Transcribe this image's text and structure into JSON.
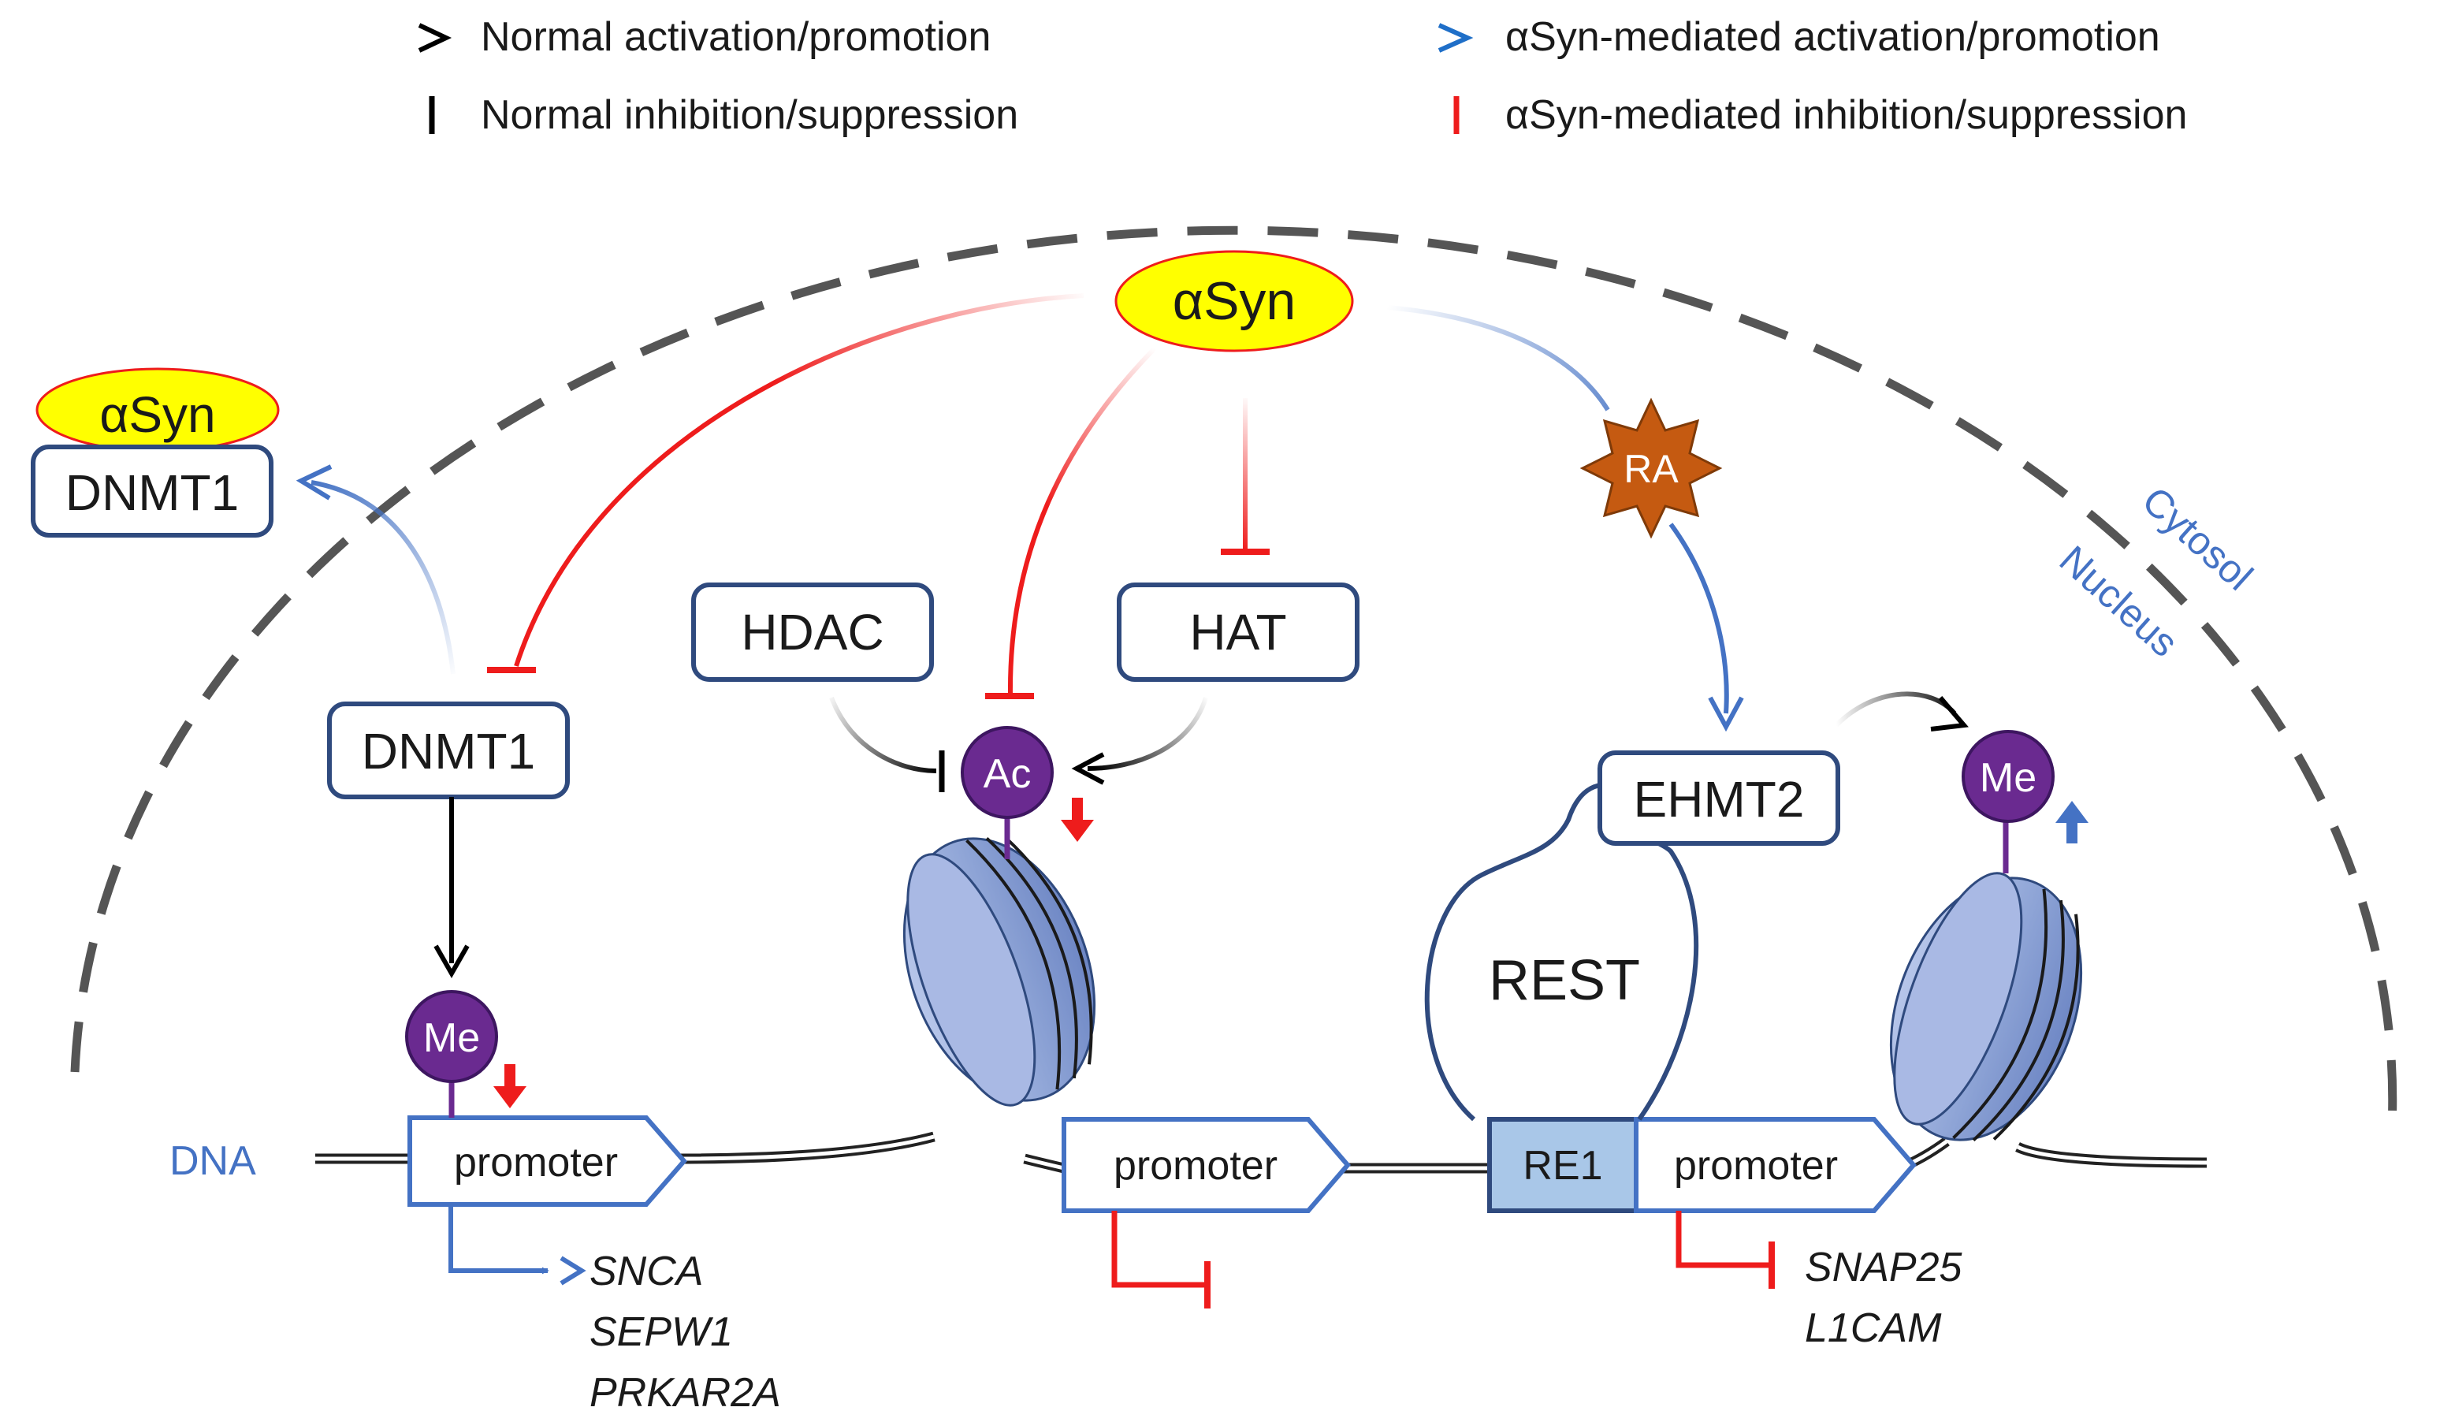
{
  "legend": {
    "normal_activation": "Normal activation/promotion",
    "normal_inhibition": "Normal inhibition/suppression",
    "asyn_activation": "αSyn-mediated activation/promotion",
    "asyn_inhibition": "αSyn-mediated inhibition/suppression"
  },
  "labels": {
    "asyn_main": "αSyn",
    "asyn_cyto": "αSyn",
    "dnmt1_cyto": "DNMT1",
    "dnmt1_nuc": "DNMT1",
    "hdac": "HDAC",
    "hat": "HAT",
    "ra": "RA",
    "ehmt2": "EHMT2",
    "rest": "REST",
    "re1": "RE1",
    "ac": "Ac",
    "me_left": "Me",
    "me_right": "Me",
    "promoter_1": "promoter",
    "promoter_2": "promoter",
    "promoter_3": "promoter",
    "dna": "DNA",
    "cytosol": "Cytosol",
    "nucleus": "Nucleus"
  },
  "genes": {
    "activated": [
      "SNCA",
      "SEPW1",
      "PRKAR2A"
    ],
    "repressed": [
      "SNAP25",
      "L1CAM"
    ]
  },
  "colors": {
    "black": "#000000",
    "red": "#ee1c1c",
    "blue": "#4472c4",
    "navy": "#2f4a7e",
    "yellow": "#ffff00",
    "purple": "#6a2a90",
    "nucleosome": "#8fa6d8",
    "re1_fill": "#a9c7e8",
    "ra_fill": "#c55a11",
    "membrane": "#555555"
  }
}
